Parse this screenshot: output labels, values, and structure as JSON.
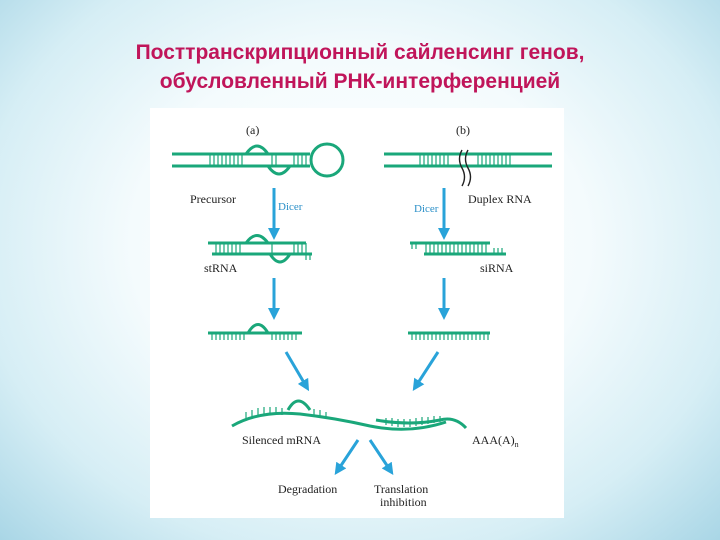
{
  "title": {
    "line1": "Посттранскрипционный сайленсинг генов,",
    "line2": "обусловленный РНК-интерференцией"
  },
  "diagram": {
    "panel_a_label": "(a)",
    "panel_b_label": "(b)",
    "precursor_label": "Precursor",
    "duplex_label": "Duplex RNA",
    "dicer_a_label": "Dicer",
    "dicer_b_label": "Dicer",
    "strna_label": "stRNA",
    "sirna_label": "siRNA",
    "mrna_label": "Silenced mRNA",
    "polya_label": "AAA(A)",
    "polya_sub": "n",
    "degradation_label": "Degradation",
    "translation_label_1": "Translation",
    "translation_label_2": "inhibition"
  },
  "colors": {
    "title": "#c0155a",
    "rna": "#1aa77a",
    "arrow": "#29a3d9"
  }
}
